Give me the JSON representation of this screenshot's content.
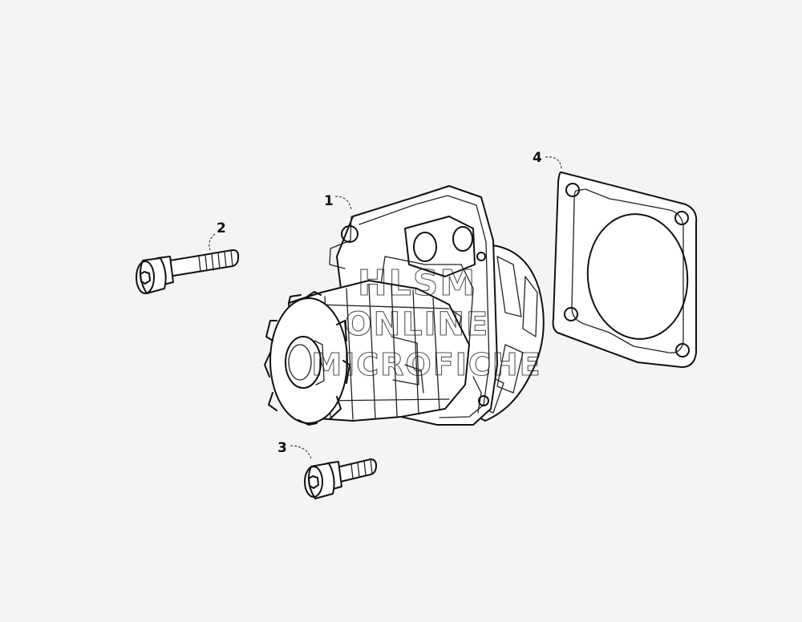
{
  "callouts": {
    "part_1": "1",
    "part_2": "2",
    "part_3": "3",
    "part_4": "4"
  },
  "watermark": {
    "line1": "HLSM",
    "line2": "ONLINE",
    "line3": "MICROFICHE"
  },
  "colors": {
    "background": "#f4f4f4",
    "linework": "#111111"
  }
}
